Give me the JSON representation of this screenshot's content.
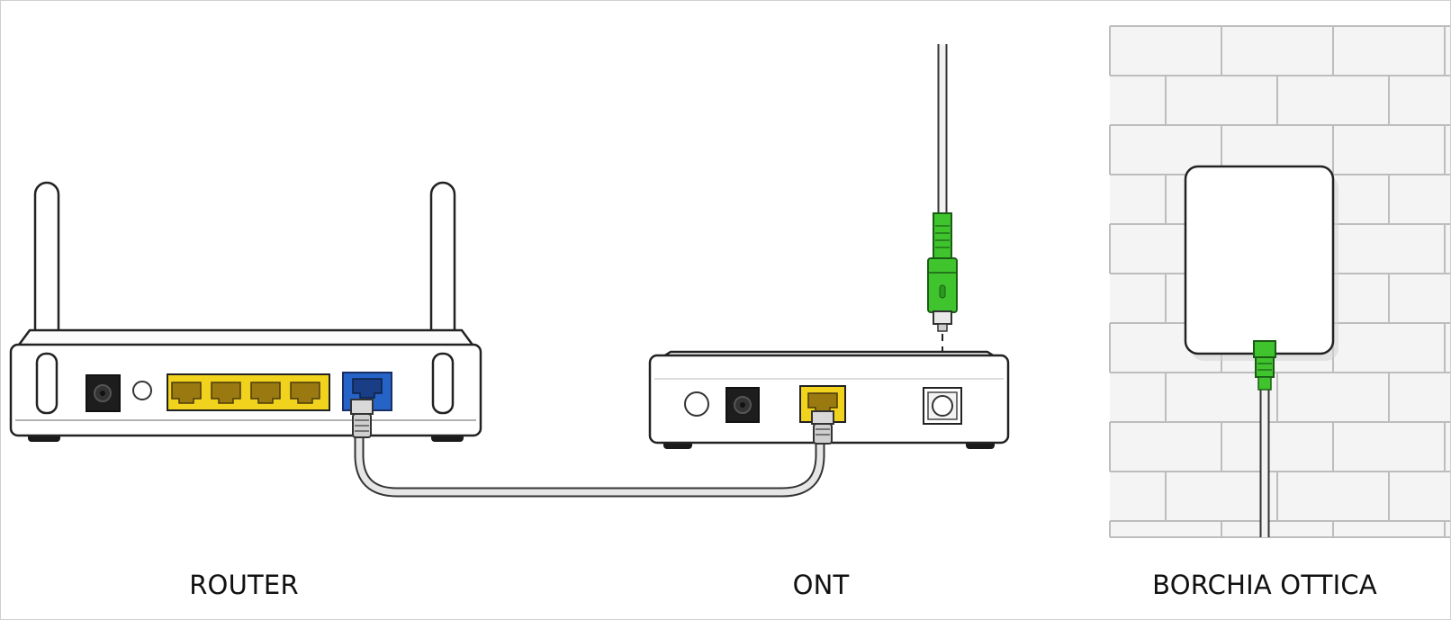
{
  "labels": {
    "router": "ROUTER",
    "ont": "ONT",
    "borchia": "BORCHIA OTTICA"
  },
  "colors": {
    "lan_port": "#f1d21c",
    "wan_port": "#2563c7",
    "fiber_connector": "#3fc42e",
    "device_body": "#ffffff",
    "outline": "#222222",
    "ethernet_cable": "#e6e6e6",
    "brick_wall": "#f4f4f4"
  }
}
